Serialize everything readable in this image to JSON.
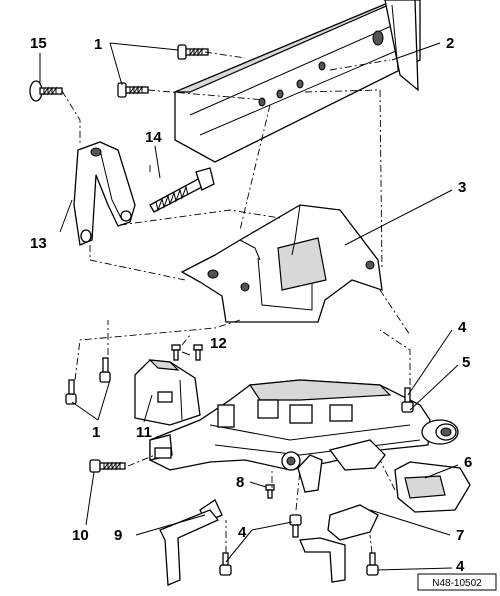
{
  "reference_code": "N48-10502",
  "callouts": {
    "c1a": "1",
    "c1b": "1",
    "c2": "2",
    "c3": "3",
    "c4a": "4",
    "c4b": "4",
    "c4c": "4",
    "c5": "5",
    "c6": "6",
    "c7": "7",
    "c8": "8",
    "c9": "9",
    "c10": "10",
    "c11": "11",
    "c12": "12",
    "c13": "13",
    "c14": "14",
    "c15": "15"
  }
}
